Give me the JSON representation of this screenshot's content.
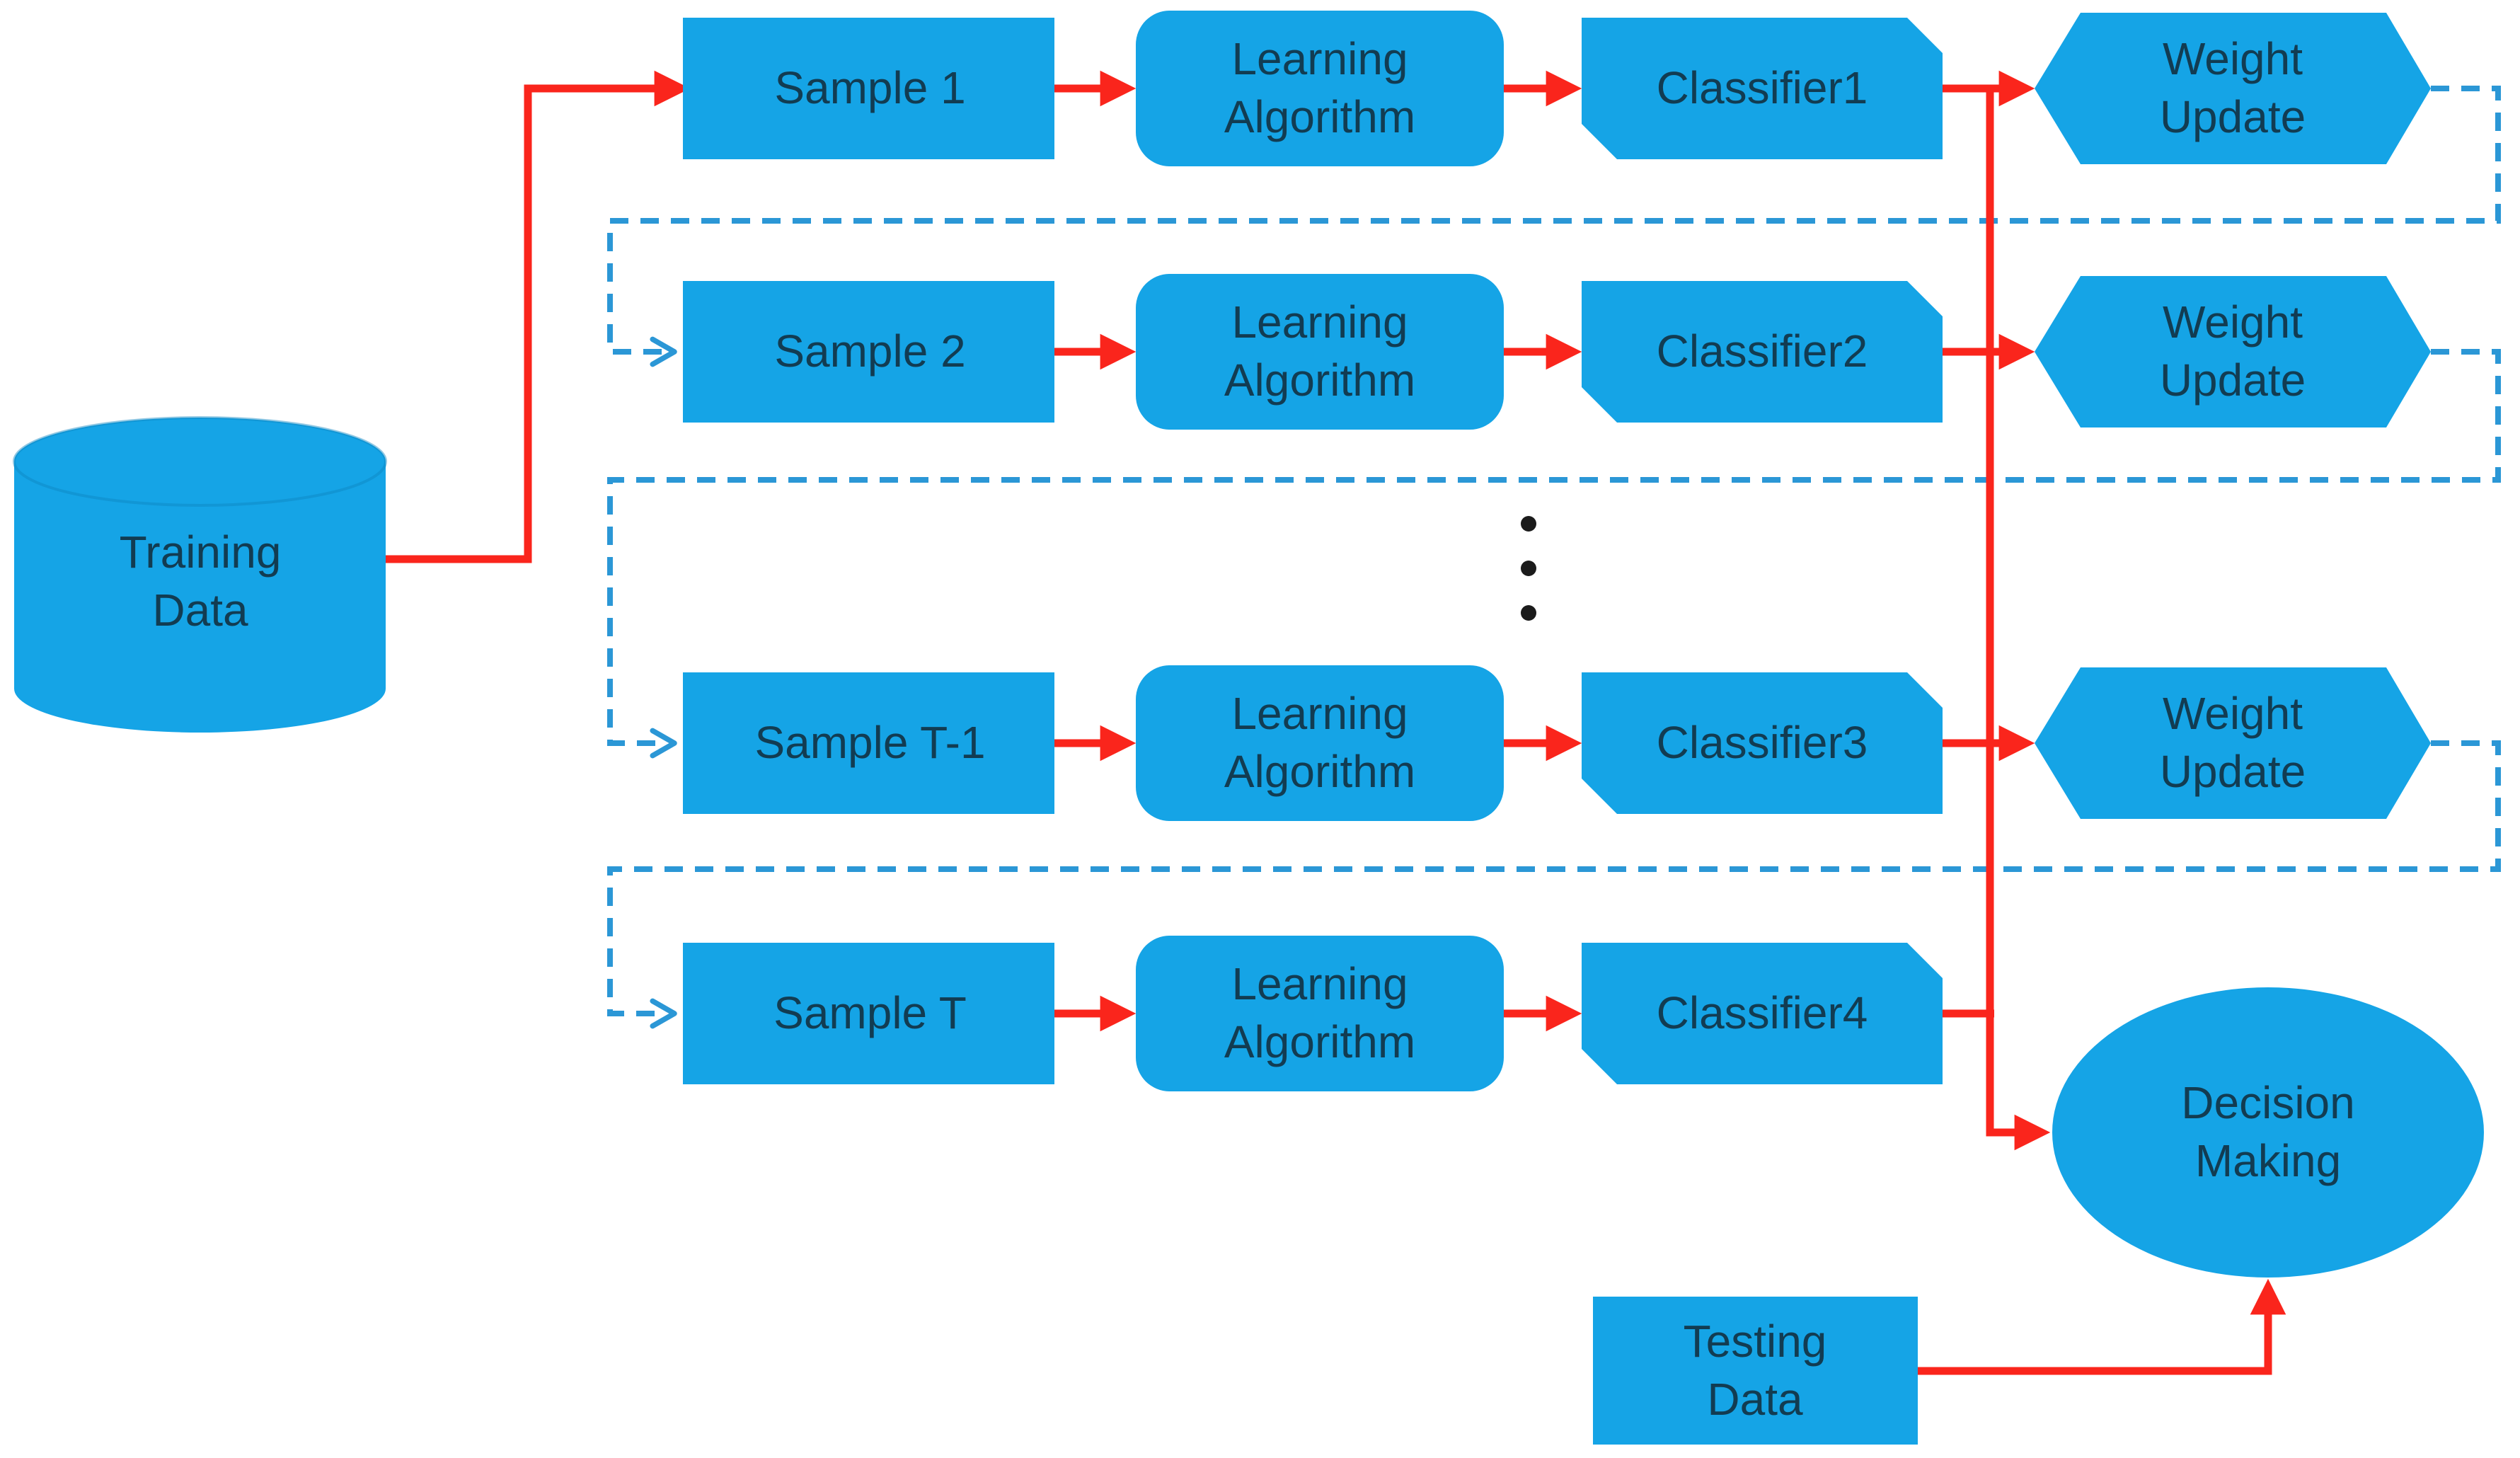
{
  "diagram": {
    "type": "flowchart",
    "description_domain": "boosting ensemble training pipeline",
    "colors": {
      "background": "#ffffff",
      "node_fill": "#15A4E6",
      "node_text": "#123C52",
      "flow_arrow": "#FA251C",
      "feedback_arrow": "#2B97D6",
      "dot": "#1b1b1b",
      "cylinder_rim": "#0E85C2"
    },
    "nodes": {
      "training_data": {
        "label": "Training\nData",
        "shape": "cylinder"
      },
      "samples": [
        {
          "label": "Sample 1",
          "shape": "rectangle"
        },
        {
          "label": "Sample 2",
          "shape": "rectangle"
        },
        {
          "label": "Sample T-1",
          "shape": "rectangle"
        },
        {
          "label": "Sample T",
          "shape": "rectangle"
        }
      ],
      "learning_algorithms": [
        {
          "label": "Learning\nAlgorithm",
          "shape": "rounded-rectangle"
        },
        {
          "label": "Learning\nAlgorithm",
          "shape": "rounded-rectangle"
        },
        {
          "label": "Learning\nAlgorithm",
          "shape": "rounded-rectangle"
        },
        {
          "label": "Learning\nAlgorithm",
          "shape": "rounded-rectangle"
        }
      ],
      "classifiers": [
        {
          "label": "Classifier1",
          "shape": "beveled-rectangle"
        },
        {
          "label": "Classifier2",
          "shape": "beveled-rectangle"
        },
        {
          "label": "Classifier3",
          "shape": "beveled-rectangle"
        },
        {
          "label": "Classifier4",
          "shape": "beveled-rectangle"
        }
      ],
      "weight_updates": [
        {
          "label": "Weight\nUpdate",
          "shape": "hexagon"
        },
        {
          "label": "Weight\nUpdate",
          "shape": "hexagon"
        },
        {
          "label": "Weight\nUpdate",
          "shape": "hexagon"
        }
      ],
      "decision_making": {
        "label": "Decision\nMaking",
        "shape": "ellipse"
      },
      "testing_data": {
        "label": "Testing\nData",
        "shape": "rectangle"
      }
    },
    "connectors": {
      "solid_flow_count": 15,
      "dashed_feedback_loop_count": 3
    },
    "ellipsis": {
      "symbol": "vertical-dots",
      "count": 3
    }
  }
}
